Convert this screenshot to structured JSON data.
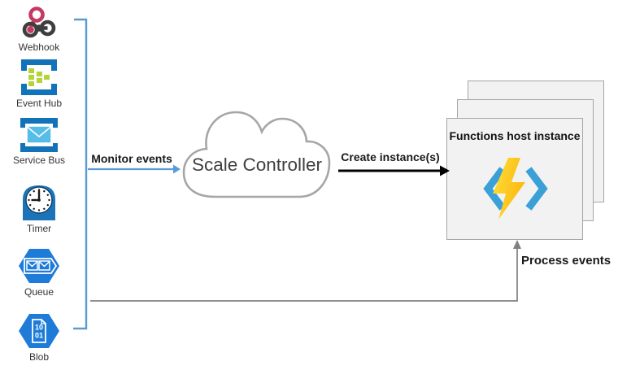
{
  "sources": [
    {
      "label": "Webhook",
      "icon": "webhook-icon"
    },
    {
      "label": "Event Hub",
      "icon": "event-hub-icon"
    },
    {
      "label": "Service Bus",
      "icon": "service-bus-icon"
    },
    {
      "label": "Timer",
      "icon": "timer-icon"
    },
    {
      "label": "Queue",
      "icon": "queue-icon"
    },
    {
      "label": "Blob",
      "icon": "blob-icon"
    }
  ],
  "labels": {
    "monitor": "Monitor events",
    "create": "Create instance(s)",
    "process": "Process events",
    "cloud": "Scale Controller",
    "host": "Functions host instance"
  },
  "blob_icon": {
    "line1": "10",
    "line2": "01"
  },
  "icons": {
    "functions_logo": "azure-functions-lightning-icon",
    "cloud": "cloud-shape"
  },
  "colors": {
    "bracket_blue": "#5b9bd5",
    "monitor_arrow": "#5b9bd5",
    "create_arrow": "#000000",
    "process_line": "#808080",
    "cloud_stroke": "#a6a6a6",
    "box_fill": "#f2f2f2",
    "box_border": "#a6a6a6",
    "azure_frame_blue": "#1273b8",
    "hex_blue": "#1e7cd8",
    "lime_green": "#b5d435",
    "webhook_pink": "#c43a63",
    "webhook_dark": "#3e3e3e",
    "chevron_blue": "#3b9fd8",
    "bolt_yellow_light": "#ffdf3b",
    "bolt_yellow_dark": "#fcb911",
    "timer_blue": "#1b74b8",
    "envelope_blue": "#56bde8"
  }
}
